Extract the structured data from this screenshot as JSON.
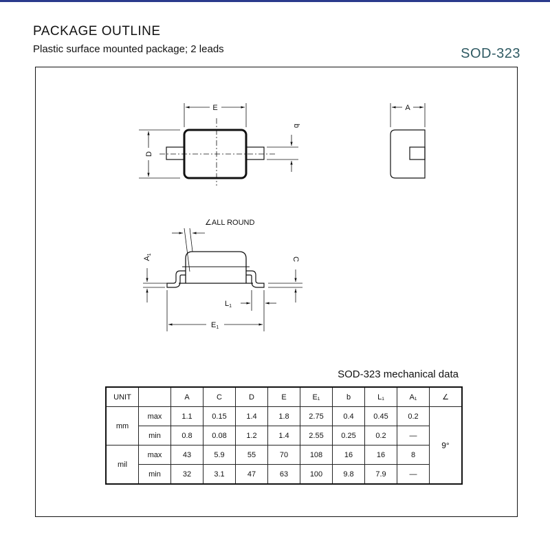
{
  "header": {
    "title": "PACKAGE  OUTLINE",
    "subtitle": "Plastic surface mounted package; 2 leads",
    "package_code": "SOD-323"
  },
  "drawing": {
    "labels": {
      "E": "E",
      "A": "A",
      "b": "b",
      "D": "D",
      "all_round": "∠ALL ROUND",
      "A1": "A",
      "A1_sub": "1",
      "C": "C",
      "L1": "L",
      "L1_sub": "1",
      "E1": "E",
      "E1_sub": "1"
    }
  },
  "mechanical": {
    "title": "SOD-323 mechanical data",
    "headers": [
      "UNIT",
      "",
      "A",
      "C",
      "D",
      "E",
      "E₁",
      "b",
      "L₁",
      "A₁",
      "∠"
    ],
    "rows": [
      {
        "unit": "mm",
        "sub": "max",
        "values": [
          "1.1",
          "0.15",
          "1.4",
          "1.8",
          "2.75",
          "0.4",
          "0.45",
          "0.2"
        ]
      },
      {
        "unit": "mm",
        "sub": "min",
        "values": [
          "0.8",
          "0.08",
          "1.2",
          "1.4",
          "2.55",
          "0.25",
          "0.2",
          "—"
        ]
      },
      {
        "unit": "mil",
        "sub": "max",
        "values": [
          "43",
          "5.9",
          "55",
          "70",
          "108",
          "16",
          "16",
          "8"
        ]
      },
      {
        "unit": "mil",
        "sub": "min",
        "values": [
          "32",
          "3.1",
          "47",
          "63",
          "100",
          "9.8",
          "7.9",
          "—"
        ]
      }
    ],
    "angle_value": "9°"
  }
}
